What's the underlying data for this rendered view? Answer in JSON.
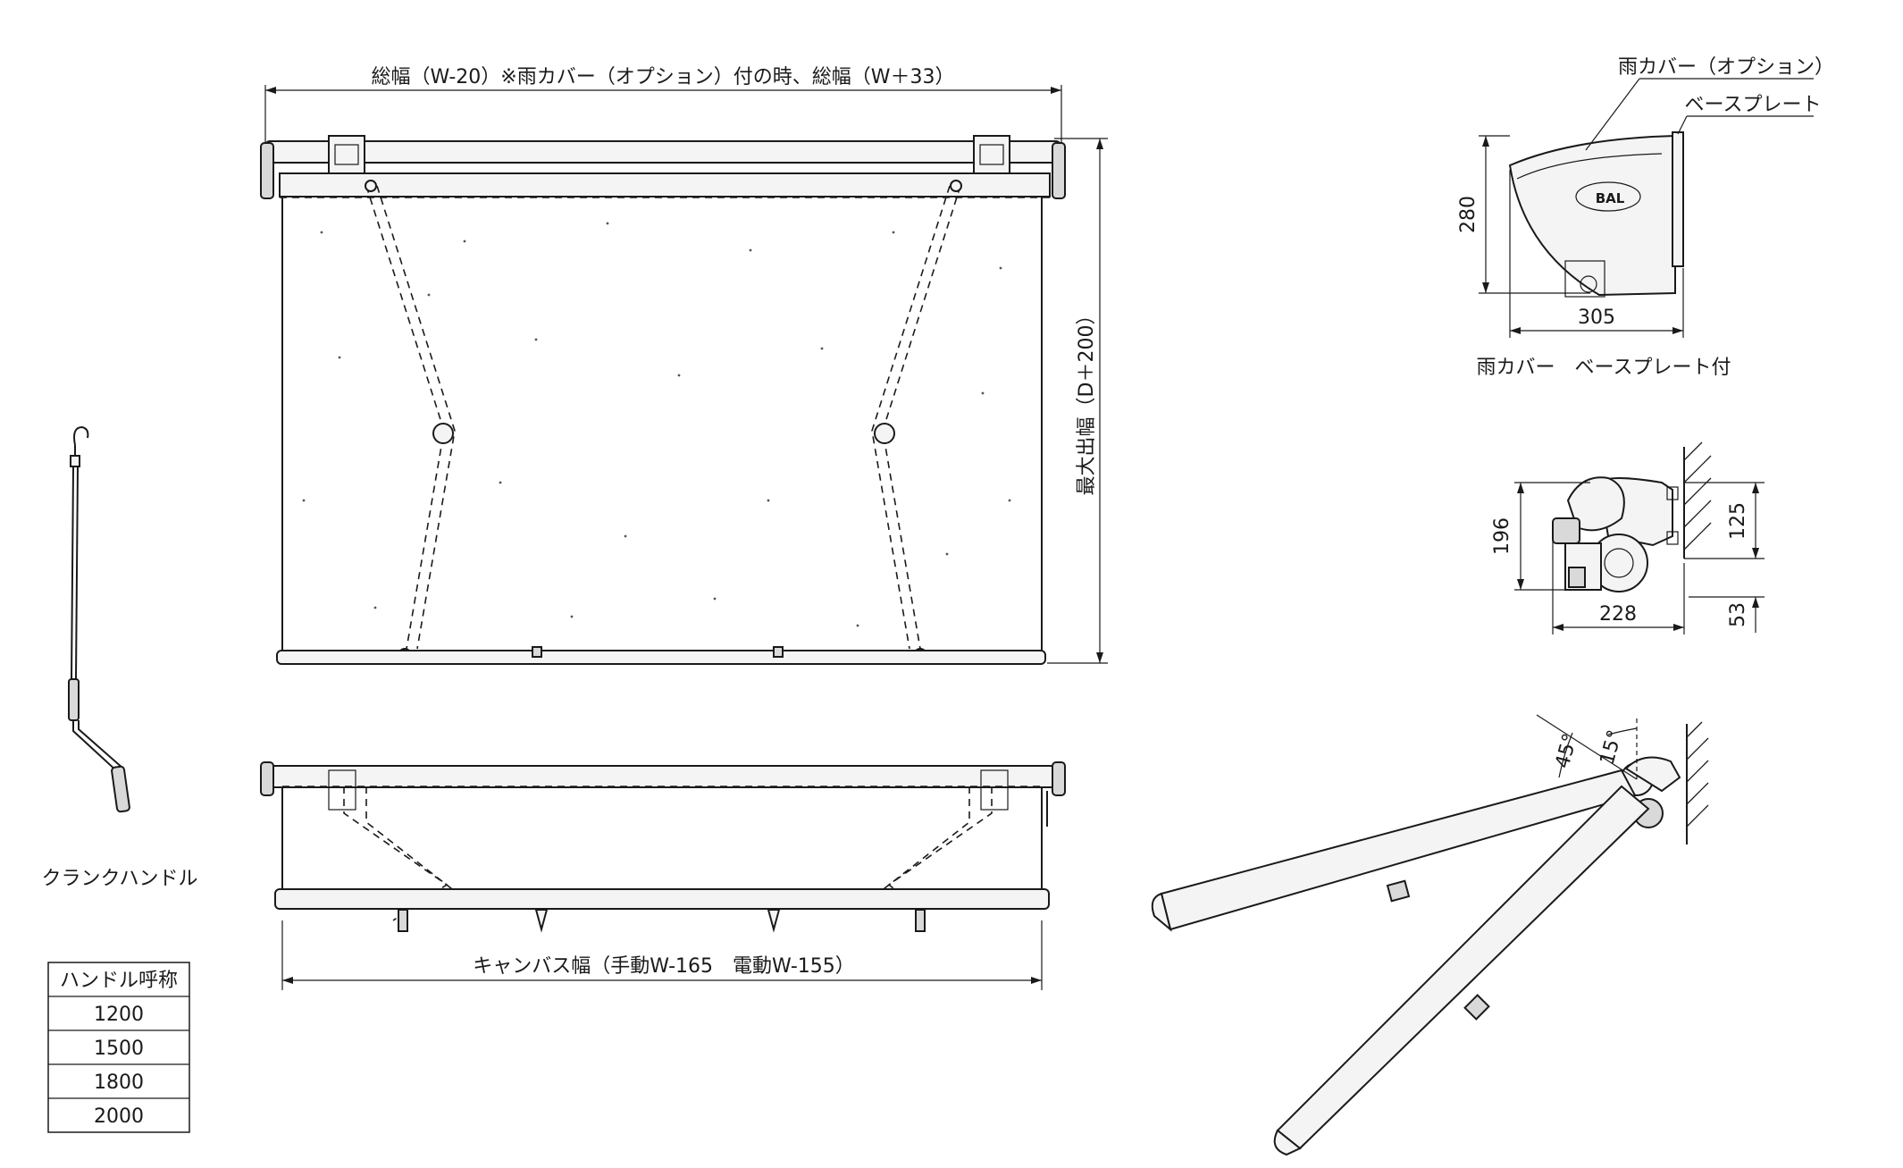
{
  "labels": {
    "overall_width": "総幅（W-20）※雨カバー（オプション）付の時、総幅（W＋33）",
    "max_projection": "最大出幅（D＋200）",
    "canvas_width": "キャンバス幅（手動W-165　電動W-155）",
    "crank_handle": "クランクハンドル",
    "rain_cover_option": "雨カバー（オプション）",
    "base_plate": "ベースプレート",
    "rain_cover_with_base_plate": "雨カバー　ベースプレート付",
    "logo_text": "BAL"
  },
  "dimensions": {
    "rain_cover_height": "280",
    "rain_cover_depth": "305",
    "bracket_height": "196",
    "bracket_depth": "228",
    "bracket_wall_125": "125",
    "bracket_wall_53": "53",
    "angle_45": "45°",
    "angle_15": "15°"
  },
  "handle_table": {
    "header": "ハンドル呼称",
    "rows": [
      "1200",
      "1500",
      "1800",
      "2000"
    ]
  }
}
